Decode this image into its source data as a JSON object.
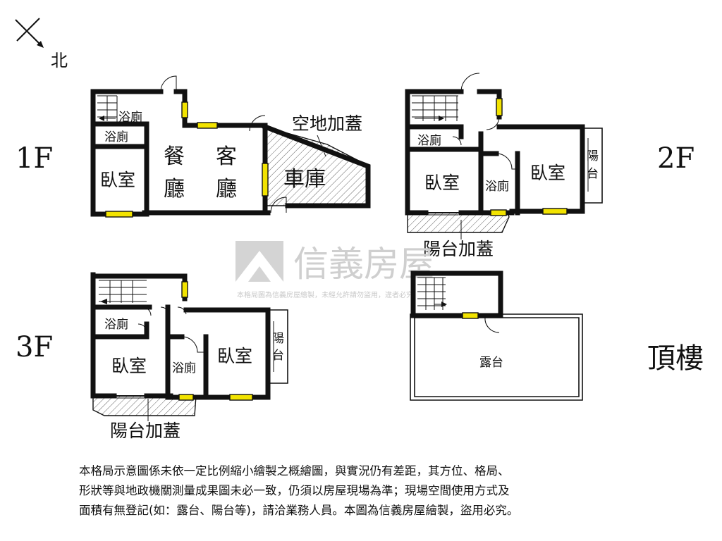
{
  "compass": {
    "north_label": "北"
  },
  "floors": {
    "f1": {
      "label": "1F",
      "rooms": {
        "bath_small": "浴廁",
        "bath": "浴廁",
        "bedroom": "臥室",
        "dining_1": "餐",
        "dining_2": "廳",
        "living_1": "客",
        "living_2": "廳",
        "garage": "車庫",
        "annex_note": "空地加蓋"
      }
    },
    "f2": {
      "label": "2F",
      "rooms": {
        "bath_top": "浴廁",
        "bedroom_left": "臥室",
        "bath_mid": "浴廁",
        "bedroom_right": "臥室",
        "balcony_1": "陽",
        "balcony_2": "台",
        "balcony_annex": "陽台加蓋"
      }
    },
    "f3": {
      "label": "3F",
      "rooms": {
        "bath_top": "浴廁",
        "bedroom_left": "臥室",
        "bath_mid": "浴廁",
        "bedroom_right": "臥室",
        "balcony_1": "陽",
        "balcony_2": "台",
        "balcony_annex": "陽台加蓋"
      }
    },
    "roof": {
      "label": "頂樓",
      "rooms": {
        "terrace": "露台"
      }
    }
  },
  "watermark": {
    "brand": "信義房屋",
    "notice": "本格局圖為信義房屋繪製，未經允許請勿盜用，違者必究"
  },
  "disclaimer": [
    "本格局示意圖係未依一定比例縮小繪製之概繪圖，與實況仍有差距，其方位、格局、",
    "形狀等與地政機關測量成果圖未必一致，仍須以房屋現場為準；現場空間使用方式及",
    "面積有無登記(如：露台、陽台等)，請洽業務人員。本圖為信義房屋繪製，盜用必究。"
  ],
  "colors": {
    "wall": "#111111",
    "window": "#f2e300",
    "watermark": "#cfcfcf"
  }
}
